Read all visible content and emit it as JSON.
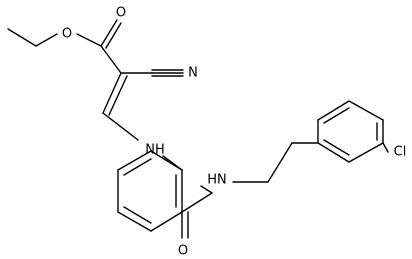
{
  "molecule": {
    "atoms": {
      "ester_oxygen": "O",
      "carbonyl_oxygen_ester": "O",
      "nitrile_nitrogen": "N",
      "amine_nh": "NH",
      "amide_nh": "HN",
      "amide_oxygen": "O",
      "chlorine": "Cl"
    }
  }
}
